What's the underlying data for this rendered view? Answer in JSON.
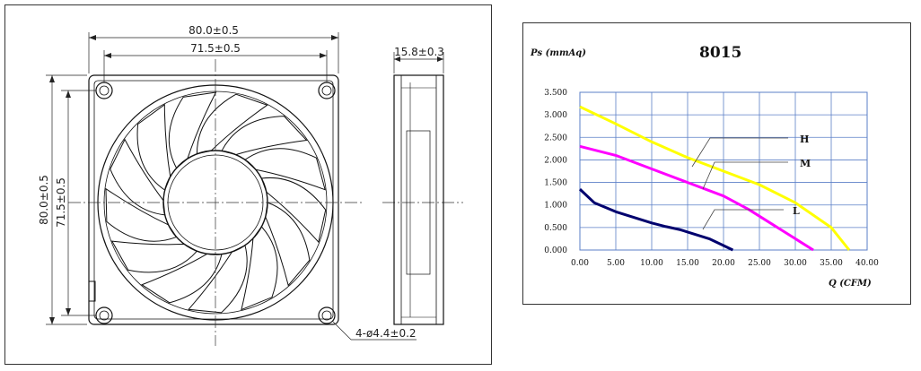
{
  "drawing": {
    "dim_outer_width": "80.0±0.5",
    "dim_hole_width": "71.5±0.5",
    "dim_thickness": "15.8±0.3",
    "dim_outer_height": "80.0±0.5",
    "dim_hole_height": "71.5±0.5",
    "dim_holes": "4-ø4.4±0.2"
  },
  "chart_data": {
    "type": "line",
    "title": "8015",
    "ylabel": "Ps (mmAq)",
    "xlabel": "Q (CFM)",
    "xlim": [
      0,
      40
    ],
    "ylim": [
      0,
      3.5
    ],
    "x_ticks": [
      "0.00",
      "5.00",
      "10.00",
      "15.00",
      "20.00",
      "25.00",
      "30.00",
      "35.00",
      "40.00"
    ],
    "y_ticks": [
      "0.000",
      "0.500",
      "1.000",
      "1.500",
      "2.000",
      "2.500",
      "3.000",
      "3.500"
    ],
    "grid": true,
    "series": [
      {
        "name": "H",
        "color": "#ffff00",
        "x": [
          0,
          5,
          10,
          15,
          20,
          25,
          30,
          35,
          37.5
        ],
        "y": [
          3.18,
          2.8,
          2.4,
          2.05,
          1.75,
          1.45,
          1.05,
          0.5,
          0
        ]
      },
      {
        "name": "M",
        "color": "#ff00ff",
        "x": [
          0,
          5,
          10,
          15,
          20,
          23.5,
          27,
          30,
          32.5
        ],
        "y": [
          2.3,
          2.1,
          1.8,
          1.5,
          1.2,
          0.9,
          0.55,
          0.25,
          0
        ]
      },
      {
        "name": "L",
        "color": "#00006e",
        "x": [
          0,
          2,
          5,
          8,
          10,
          12,
          14,
          16,
          18,
          20,
          21.3
        ],
        "y": [
          1.35,
          1.05,
          0.85,
          0.7,
          0.6,
          0.52,
          0.45,
          0.35,
          0.25,
          0.1,
          0
        ]
      }
    ]
  }
}
